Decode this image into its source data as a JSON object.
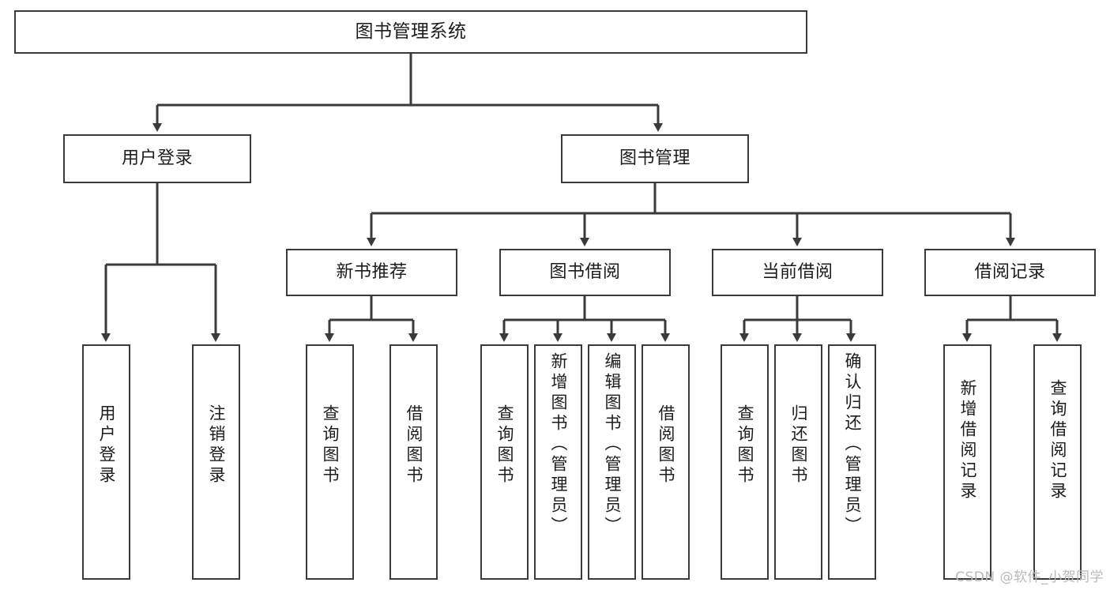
{
  "diagram": {
    "title": "图书管理系统",
    "watermark": "CSDN @软件_小贺同学",
    "line_color": "#3a3a3a",
    "box_fill": "#ffffff",
    "text_color": "#1c1c1c",
    "watermark_color": "#b9b9b9",
    "levels": {
      "root": {
        "label": "图书管理系统"
      },
      "level2": [
        {
          "id": "user-login",
          "label": "用户登录"
        },
        {
          "id": "book-management",
          "label": "图书管理"
        }
      ],
      "level3": [
        {
          "id": "new-book-recommend",
          "label": "新书推荐",
          "parent": "book-management"
        },
        {
          "id": "book-borrow",
          "label": "图书借阅",
          "parent": "book-management"
        },
        {
          "id": "current-borrow",
          "label": "当前借阅",
          "parent": "book-management"
        },
        {
          "id": "borrow-record",
          "label": "借阅记录",
          "parent": "book-management"
        }
      ],
      "leaves": [
        {
          "id": "leaf-user-login",
          "label": "用户登录",
          "parent": "user-login"
        },
        {
          "id": "leaf-logout",
          "label": "注销登录",
          "parent": "user-login"
        },
        {
          "id": "leaf-query-book-1",
          "label": "查询图书",
          "parent": "new-book-recommend"
        },
        {
          "id": "leaf-borrow-book-1",
          "label": "借阅图书",
          "parent": "new-book-recommend"
        },
        {
          "id": "leaf-query-book-2",
          "label": "查询图书",
          "parent": "book-borrow"
        },
        {
          "id": "leaf-add-book",
          "label": "新增图书（管理员）",
          "parent": "book-borrow"
        },
        {
          "id": "leaf-edit-book",
          "label": "编辑图书（管理员）",
          "parent": "book-borrow"
        },
        {
          "id": "leaf-borrow-book-2",
          "label": "借阅图书",
          "parent": "book-borrow"
        },
        {
          "id": "leaf-query-book-3",
          "label": "查询图书",
          "parent": "current-borrow"
        },
        {
          "id": "leaf-return-book",
          "label": "归还图书",
          "parent": "current-borrow"
        },
        {
          "id": "leaf-confirm-return",
          "label": "确认归还（管理员）",
          "parent": "current-borrow"
        },
        {
          "id": "leaf-add-record",
          "label": "新增借阅记录",
          "parent": "borrow-record"
        },
        {
          "id": "leaf-query-record",
          "label": "查询借阅记录",
          "parent": "borrow-record"
        }
      ]
    }
  }
}
